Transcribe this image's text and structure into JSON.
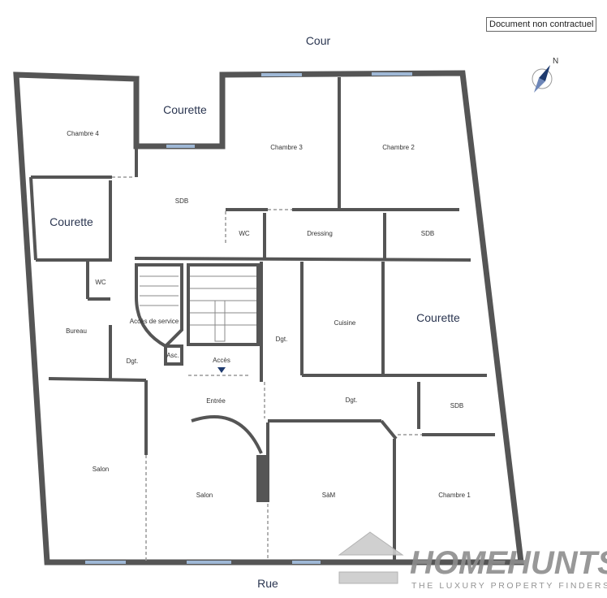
{
  "disclaimer": "Document non contractuel",
  "compass": {
    "label": "N",
    "icon": "compass-north-icon"
  },
  "orientation": {
    "top": "Cour",
    "bottom": "Rue"
  },
  "rooms": {
    "chambre4": "Chambre 4",
    "courette_top": "Courette",
    "chambre3": "Chambre 3",
    "chambre2": "Chambre 2",
    "courette_left": "Courette",
    "sdb1": "SDB",
    "wc1": "WC",
    "dressing": "Dressing",
    "sdb2": "SDB",
    "wc2": "WC",
    "acces_service": "Accès de service",
    "bureau": "Bureau",
    "dgt1": "Dgt.",
    "asc": "Asc.",
    "acces": "Accès",
    "dgt2": "Dgt.",
    "cuisine": "Cuisine",
    "courette_right": "Courette",
    "dgt3": "Dgt.",
    "sdb3": "SDB",
    "entree": "Entrée",
    "salon1": "Salon",
    "salon2": "Salon",
    "sam": "SàM",
    "chambre1": "Chambre 1"
  },
  "watermark": {
    "brand": "HOMEHUNTS",
    "tagline": "THE LUXURY PROPERTY FINDERS"
  }
}
